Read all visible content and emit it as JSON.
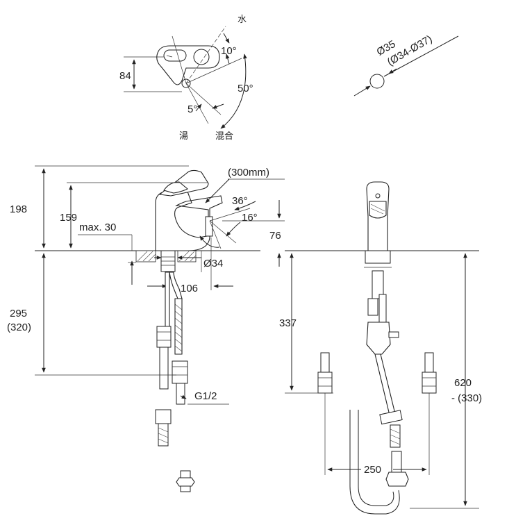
{
  "top_view": {
    "cold_label": "水",
    "hot_label": "湯",
    "mix_label": "混合",
    "dim_84": "84",
    "angle_10": "10°",
    "angle_50": "50°",
    "angle_5": "5°"
  },
  "hole_detail": {
    "diameter": "Ø35",
    "diameter_range": "(Ø34-Ø37)"
  },
  "side_view": {
    "dim_198": "198",
    "dim_159": "159",
    "max_label": "max. 30",
    "hose_label": "(300mm)",
    "angle_36": "36°",
    "angle_16": "16°",
    "dim_76": "76",
    "dim_hole": "Ø34",
    "dim_106": "106",
    "dim_295": "295",
    "dim_320": "(320)",
    "thread": "G1/2"
  },
  "front_view": {
    "dim_337": "337",
    "dim_620": "620",
    "dim_330": "- (330)",
    "dim_250": "250"
  }
}
